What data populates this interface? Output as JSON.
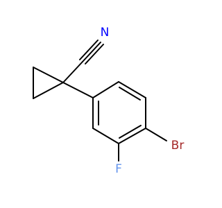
{
  "structure": {
    "atoms": {
      "nitrogen": {
        "label": "N",
        "color": "#0000ff"
      },
      "bromine": {
        "label": "Br",
        "color": "#a52a2a"
      },
      "fluorine": {
        "label": "F",
        "color": "#6495ed"
      }
    },
    "bond_color": "#000000"
  }
}
